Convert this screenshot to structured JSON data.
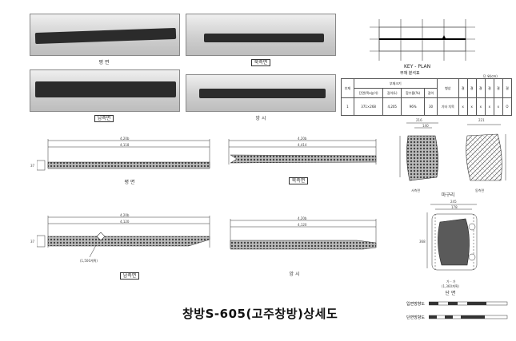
{
  "photos": [
    {
      "caption": "평 면"
    },
    {
      "caption": "북측면"
    },
    {
      "caption": "남측면"
    },
    {
      "caption": "앙 시"
    }
  ],
  "key_plan": {
    "label": "KEY - PLAN"
  },
  "table": {
    "title": "부재 분석표",
    "unit": "단 위(cm)",
    "headers": [
      "부재",
      "부재크기",
      "",
      "",
      "",
      "",
      "형상",
      "결",
      "결",
      "결",
      "결",
      "결",
      "결"
    ],
    "sub_headers": [
      "단면(폭x높이)",
      "길이(L)",
      "함수율(%)",
      "갈이"
    ],
    "row": [
      "1",
      "371×268",
      "4,205",
      "96%",
      "30",
      "기타 치목",
      "x",
      "x",
      "x",
      "x",
      "x",
      "O"
    ]
  },
  "drawings": [
    {
      "caption": "평 면",
      "dim_top": "4,20b",
      "dim_bottom": "4,118",
      "side_dim": "37"
    },
    {
      "caption": "북측면",
      "dim_top": "4,20b",
      "dim_bottom": "4,414",
      "side_dim": ""
    },
    {
      "caption": "남측면",
      "dim_top": "4,20b",
      "dim_bottom": "4,120",
      "note": "(1,500계획)",
      "side_dim": "37"
    },
    {
      "caption": "앙 시",
      "dim_top": "4,20b",
      "dim_bottom": "4,120",
      "side_dim": ""
    }
  ],
  "sections": {
    "label": "마구리",
    "left_caption": "서측면",
    "right_caption": "동측면",
    "left_dims": [
      "216",
      "140"
    ],
    "right_dims": [
      "221"
    ]
  },
  "detail": {
    "caption": "단 면",
    "dims": [
      "245",
      "178",
      "368"
    ],
    "section_label": "가 - 가",
    "scale_note": "(1,360계획)"
  },
  "scales": [
    {
      "label": "입면방향도"
    },
    {
      "label": "단면방향도"
    }
  ],
  "main_title": "창방S-605(고주창방)상세도"
}
